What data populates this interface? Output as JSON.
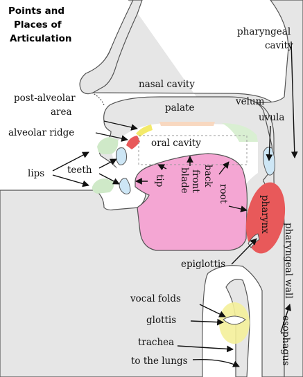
{
  "title": [
    "Points and",
    "Places of",
    "Articulation"
  ],
  "labels": {
    "pharyngeal_cavity": [
      "pharyngeal",
      "cavity"
    ],
    "nasal_cavity": "nasal cavity",
    "post_alveolar": [
      "post-alveolar",
      "area"
    ],
    "palate": "palate",
    "velum": "velum",
    "uvula": "uvula",
    "alveolar_ridge": "alveolar ridge",
    "oral_cavity": "oral cavity",
    "lips": "lips",
    "teeth": "teeth",
    "blade": "blade",
    "front": "front",
    "tip": "tip",
    "back": "back",
    "root": "root",
    "pharynx": "pharynx",
    "pharyngeal_wall": "pharyngeal wall",
    "epiglottis": "epiglottis",
    "vocal_folds": "vocal folds",
    "glottis": "glottis",
    "trachea": "trachea",
    "esophagus": "esophagus",
    "to_the_lungs": "to the lungs"
  },
  "colors": {
    "tongue": "#f4a6d3",
    "pharynx": "#e8595a",
    "lips": "#cfe9c8",
    "teeth": "#cde6f5",
    "palate": "#f8d8c0",
    "velum": "#d9efd2",
    "post_alveolar": "#f3ea6a",
    "alveolar_ridge": "#e8595a",
    "glottis": "#f4f09a",
    "tissue": "#e6e6e6"
  }
}
